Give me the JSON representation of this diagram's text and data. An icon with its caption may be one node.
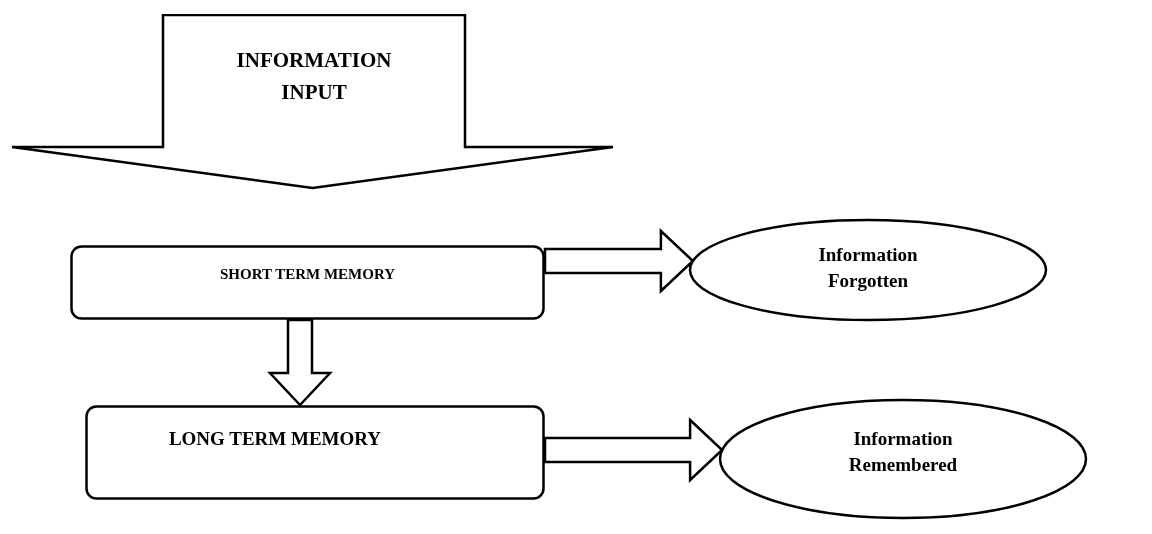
{
  "diagram": {
    "nodes": [
      {
        "text": [
          "INFORMATION INPUT"
        ]
      },
      {
        "text": [
          "SHORT TERM MEMORY"
        ]
      },
      {
        "text": [
          "Information Forgotten"
        ]
      },
      {
        "text": [
          "LONG TERM MEMORY"
        ]
      },
      {
        "text": [
          "Information Remembered"
        ]
      }
    ],
    "edges": [
      {
        "from": 1,
        "to": 2,
        "arrow": "to"
      },
      {
        "from": 1,
        "to": 3,
        "arrow": "to"
      },
      {
        "from": 3,
        "to": 4,
        "arrow": "to"
      }
    ]
  }
}
